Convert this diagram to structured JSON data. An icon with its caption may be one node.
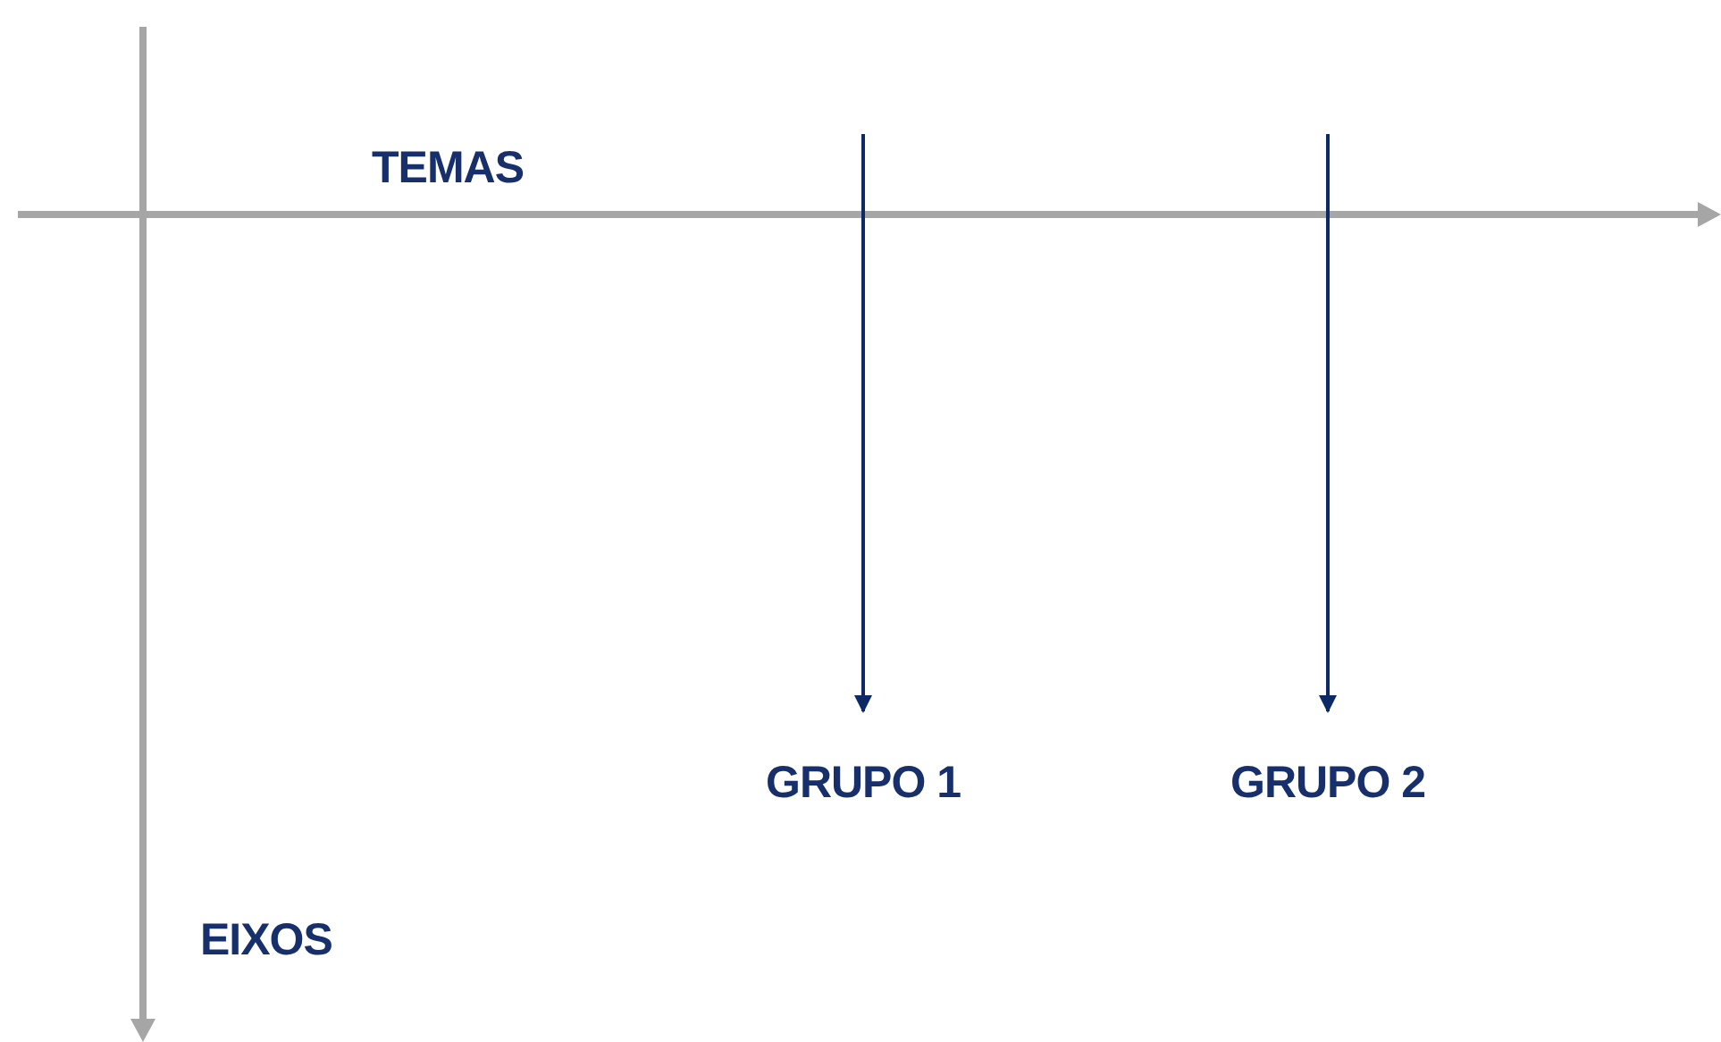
{
  "diagram": {
    "nodes": [
      {
        "text": [
          "GRUPO 1"
        ]
      },
      {
        "text": [
          "GRUPO 2"
        ]
      }
    ],
    "edges": [
      {
        "from": null,
        "to": 0,
        "arrow": "to"
      },
      {
        "from": null,
        "to": 1,
        "arrow": "to"
      }
    ],
    "labels": [
      "TEMAS",
      "EIXOS"
    ]
  }
}
